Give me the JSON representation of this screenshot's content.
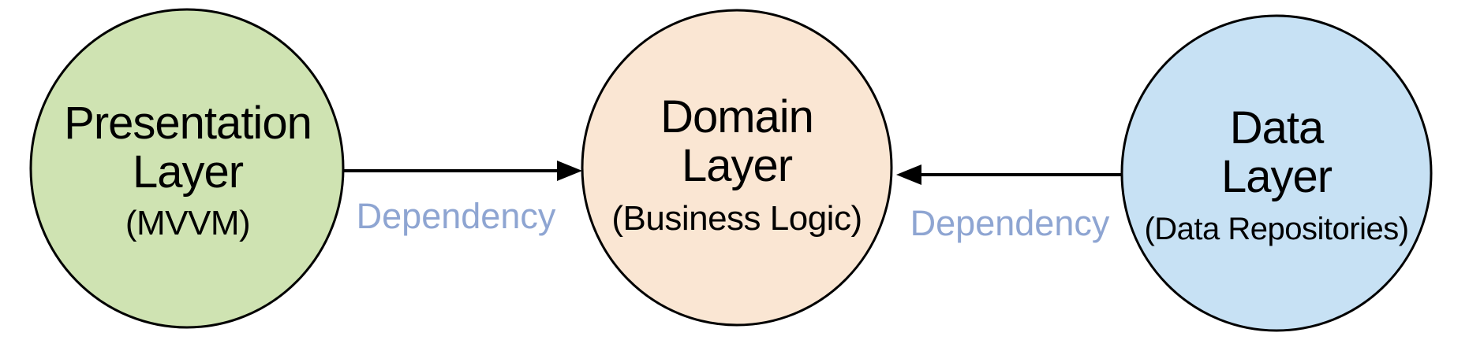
{
  "diagram": {
    "type": "architecture-layers",
    "background": "#ffffff",
    "stroke_color": "#000000",
    "edge_label_color": "#8ea5d2",
    "nodes": [
      {
        "id": "presentation",
        "title_line1": "Presentation",
        "title_line2": "Layer",
        "subtitle": "(MVVM)",
        "fill": "#cfe3b2"
      },
      {
        "id": "domain",
        "title_line1": "Domain",
        "title_line2": "Layer",
        "subtitle": "(Business Logic)",
        "fill": "#fae6d3"
      },
      {
        "id": "data",
        "title_line1": "Data",
        "title_line2": "Layer",
        "subtitle": "(Data Repositories)",
        "fill": "#c7e1f4"
      }
    ],
    "edges": [
      {
        "id": "presentation-to-domain",
        "label": "Dependency",
        "from": "presentation",
        "to": "domain",
        "direction": "right"
      },
      {
        "id": "data-to-domain",
        "label": "Dependency",
        "from": "data",
        "to": "domain",
        "direction": "left"
      }
    ]
  }
}
